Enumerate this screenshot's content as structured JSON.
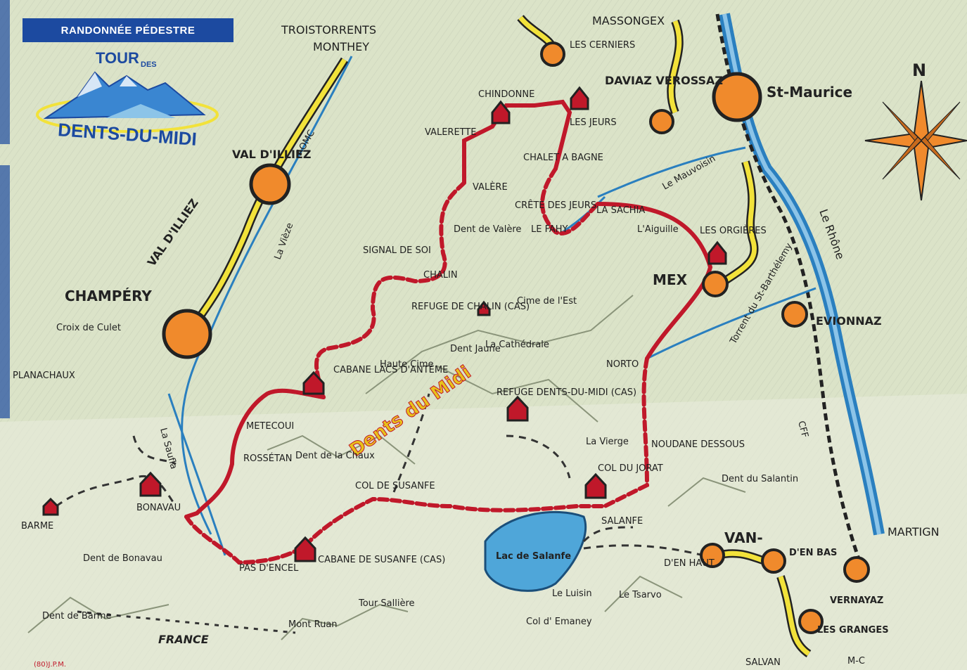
{
  "header": {
    "badge": "RANDONNÉE PÉDESTRE",
    "logo_top": "TOUR",
    "logo_des": "DES",
    "logo_name": "DENTS-DU-MIDI"
  },
  "compass": {
    "north": "N"
  },
  "colors": {
    "route_main": "#c0182a",
    "river": "#2a7fbf",
    "road": "#f2e23a",
    "town": "#f08a2c",
    "lake": "#4fa6d9"
  },
  "towns": [
    {
      "name": "St-Maurice"
    },
    {
      "name": "VAL D'ILLIEZ"
    },
    {
      "name": "CHAMPÉRY"
    },
    {
      "name": "LES CERNIERS"
    },
    {
      "name": "DAVIAZ VEROSSAZ"
    },
    {
      "name": "MEX"
    },
    {
      "name": "EVIONNAZ"
    },
    {
      "name": "VAN-"
    },
    {
      "name": "D'EN BAS"
    },
    {
      "name": "VERNAYAZ"
    },
    {
      "name": "LES GRANGES"
    }
  ],
  "places": {
    "troistorrents": "TROISTORRENTS",
    "monthey": "MONTHEY",
    "massongex": "MASSONGEX",
    "chindonne": "CHINDONNE",
    "les_jeurs": "LES JEURS",
    "valerette": "VALERETTE",
    "chalet_a_bagne": "CHALET A BAGNE",
    "valere": "VALÈRE",
    "crete_des_jeurs": "CRÊTE DES JEURS",
    "le_fahy": "LE FAHY",
    "la_sachia": "LA SACHIA",
    "l_aiguille": "L'Aiguille",
    "les_orgieres": "LES ORGIÈRES",
    "dent_de_valere": "Dent de Valère",
    "signal_de_soi": "SIGNAL DE SOI",
    "chalin": "CHALIN",
    "refuge_chalin": "REFUGE DE CHALIN (CAS)",
    "cime_de_l_est": "Cime de l'Est",
    "dent_jaune": "Dent Jaune",
    "la_cathedrale": "La Cathédrale",
    "norto": "NORTO",
    "haute_cime": "Haute Cime",
    "dents_du_midi": "Dents du Midi",
    "cabane_anteme": "CABANE LACS D'ANTÈME",
    "refuge_dents_du_midi": "REFUGE DENTS-DU-MIDI (CAS)",
    "croix_de_culet": "Croix de Culet",
    "planachaux": "PLANACHAUX",
    "metecoui": "METECOUI",
    "rossetan": "ROSSÉTAN",
    "dent_de_la_chaux": "Dent de la Chaux",
    "la_vierge": "La Vierge",
    "noudane_dessous": "NOUDANE DESSOUS",
    "dent_du_salantin": "Dent du Salantin",
    "col_de_susanfe": "COL DE SUSANFE",
    "col_du_jorat": "COL DU JORAT",
    "salanfe": "SALANFE",
    "barme": "BARME",
    "bonavau": "BONAVAU",
    "dent_de_bonavau": "Dent de Bonavau",
    "pas_d_encel": "PAS D'ENCEL",
    "cabane_susanfe": "CABANE DE SUSANFE (CAS)",
    "lac_de_salanfe": "Lac de Salanfe",
    "d_en_haut": "D'EN HAUT",
    "martigny": "MARTIGN",
    "le_luisin": "Le Luisin",
    "le_tsarvo": "Le Tsarvo",
    "col_d_emaney": "Col d' Emaney",
    "tour_salliere": "Tour Sallière",
    "mont_ruan": "Mont Ruan",
    "dent_de_barme": "Dent de Barme",
    "france": "FRANCE",
    "salvan": "SALVAN",
    "m_c": "M-C",
    "aomc": "AOMC",
    "cff": "CFF",
    "la_vieze": "La Vièze",
    "la_saufla": "La Saufla",
    "le_mauvoisin": "Le Mauvoisin",
    "torrent_st_barthelemy": "Torrent du St-Barthélemy",
    "le_rhone": "Le Rhône",
    "val_d_illiez_valley": "VAL D'ILLIEZ",
    "signature": "(80)J.P.M."
  }
}
